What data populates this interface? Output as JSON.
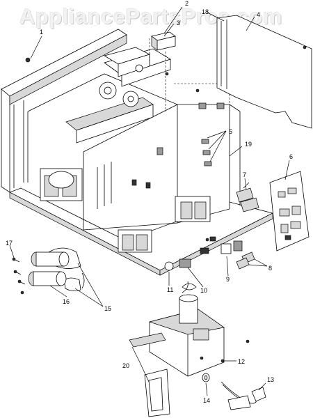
{
  "watermark": {
    "text": "AppliancePartsPros.com"
  },
  "callouts": [
    {
      "id": "c1",
      "label": "1"
    },
    {
      "id": "c2",
      "label": "2"
    },
    {
      "id": "c3",
      "label": "3"
    },
    {
      "id": "c4",
      "label": "4"
    },
    {
      "id": "c5",
      "label": "5"
    },
    {
      "id": "c6",
      "label": "6"
    },
    {
      "id": "c7",
      "label": "7"
    },
    {
      "id": "c8",
      "label": "8"
    },
    {
      "id": "c9",
      "label": "9"
    },
    {
      "id": "c10",
      "label": "10"
    },
    {
      "id": "c11",
      "label": "11"
    },
    {
      "id": "c12",
      "label": "12"
    },
    {
      "id": "c13",
      "label": "13"
    },
    {
      "id": "c14",
      "label": "14"
    },
    {
      "id": "c15",
      "label": "15"
    },
    {
      "id": "c16",
      "label": "16"
    },
    {
      "id": "c17",
      "label": "17"
    },
    {
      "id": "c18",
      "label": "18"
    },
    {
      "id": "c19",
      "label": "19"
    },
    {
      "id": "c20",
      "label": "20"
    }
  ]
}
